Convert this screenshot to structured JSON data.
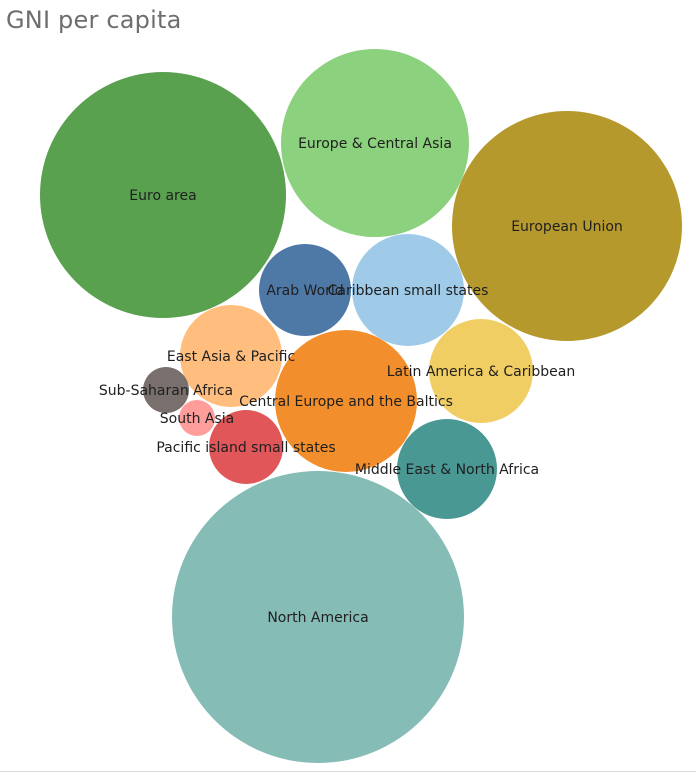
{
  "chart_data": {
    "type": "bubble",
    "title": "GNI per capita",
    "bubbles": [
      {
        "label": "Euro area",
        "color": "#59a14f"
      },
      {
        "label": "Europe & Central Asia",
        "color": "#8cd17d"
      },
      {
        "label": "European Union",
        "color": "#b6992d"
      },
      {
        "label": "Arab World",
        "color": "#4e79a7"
      },
      {
        "label": "Caribbean small states",
        "color": "#a0cbe8"
      },
      {
        "label": "East Asia & Pacific",
        "color": "#ffbe7d"
      },
      {
        "label": "Latin America & Caribbean",
        "color": "#f1ce63"
      },
      {
        "label": "Sub-Saharan Africa",
        "color": "#79706e"
      },
      {
        "label": "Central Europe and the Baltics",
        "color": "#f28e2b"
      },
      {
        "label": "South Asia",
        "color": "#ff9d9a"
      },
      {
        "label": "Pacific island small states",
        "color": "#e15759"
      },
      {
        "label": "Middle East & North Africa",
        "color": "#499894"
      },
      {
        "label": "North America",
        "color": "#86bcb6"
      }
    ]
  }
}
